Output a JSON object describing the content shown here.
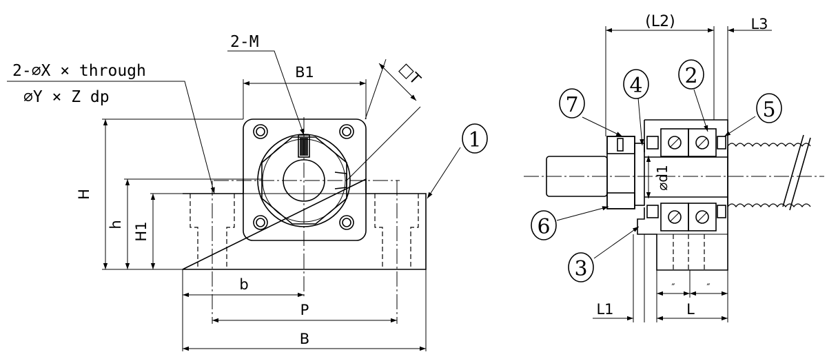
{
  "labels": {
    "hole_spec_line1": "2-⌀X × through",
    "hole_spec_line2": "⌀Y × Z dp",
    "tap": "2-M",
    "square": "□T",
    "B1": "B1",
    "H": "H",
    "h": "h",
    "H1": "H1",
    "b": "b",
    "P": "P",
    "B": "B",
    "L2": "(L2)",
    "L3": "L3",
    "d1": "⌀d1",
    "L1": "L1",
    "L": "L",
    "tick": "″"
  },
  "balloons": {
    "p1": "1",
    "p2": "2",
    "p3": "3",
    "p4": "4",
    "p5": "5",
    "p6": "6",
    "p7": "7"
  }
}
